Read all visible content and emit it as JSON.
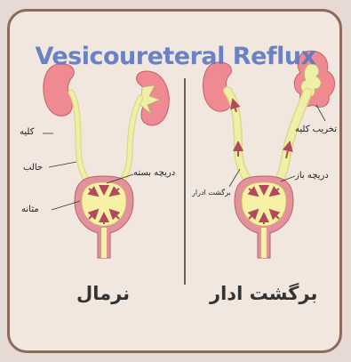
{
  "title": "Vesicoureteral Reflux",
  "left_panel": {
    "caption": "نرمال",
    "labels": {
      "kidney": "کلیه",
      "ureter": "حالب",
      "bladder": "مثانه",
      "closed_valve": "دریچه بسته"
    }
  },
  "right_panel": {
    "caption": "برگشت ادار",
    "labels": {
      "kidney_damage": "تخریب کلیه",
      "open_valve": "دریچه باز",
      "urine_reflux": "برگشت ادرار"
    }
  },
  "colors": {
    "kidney": "#ef8a92",
    "ureter": "#eef0a8",
    "bladder": "#f6f1a4",
    "bladder_wall": "#e3919a",
    "arrow": "#b4485c",
    "divider": "#333333"
  }
}
